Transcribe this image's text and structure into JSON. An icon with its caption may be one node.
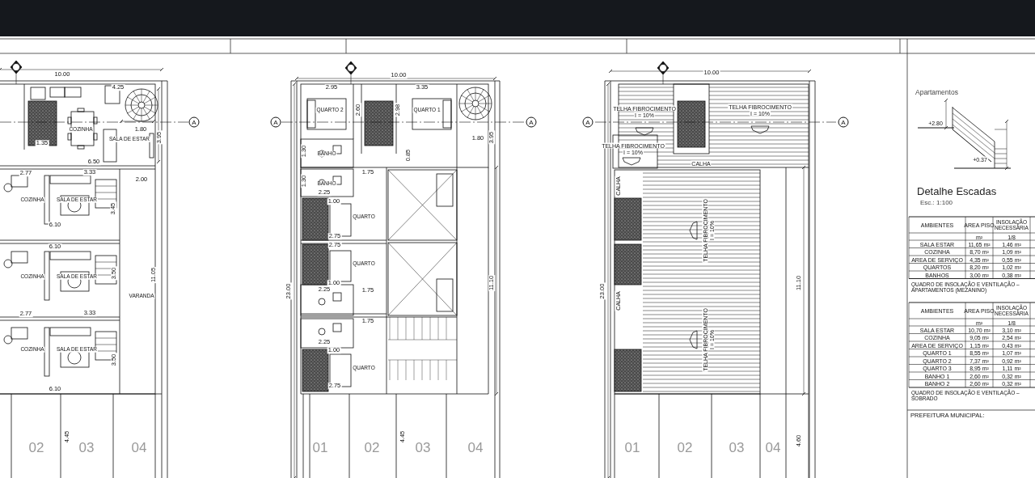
{
  "diagram": {
    "labels": [
      "10.00",
      "4.25",
      "COZINHA",
      "1.35",
      "1.80",
      "3.95",
      "SALA DE ESTAR",
      "6.50",
      "2.77",
      "3.33",
      "2.00",
      "COZINHA",
      "SALA DE ESTAR",
      "3.45",
      "6.10",
      "6.10",
      "COZINHA",
      "SALA DE ESTAR",
      "3.50",
      "11.05",
      "VARANDA",
      "2.77",
      "3.33",
      "COZINHA",
      "SALA DE ESTAR",
      "3.50",
      "6.10",
      "4.45",
      "02",
      "03",
      "04",
      "A",
      "A",
      "10.00",
      "2.95",
      "3.35",
      "QUARTO 2",
      "2.60",
      "2.98",
      "QUARTO 1",
      "3.95",
      "A",
      "1.80",
      "1.30",
      "BANHO",
      "0.85",
      "1.75",
      "1.30",
      "BANHO",
      "2.25",
      "1.00",
      "QUARTO",
      "2.75",
      "2.75",
      "QUARTO",
      "1.00",
      "2.25",
      "23.00",
      "11.10",
      "1.75",
      "1.75",
      "2.25",
      "1.00",
      "QUARTO",
      "2.75",
      "4.45",
      "01",
      "02",
      "03",
      "04",
      "A",
      "10.00",
      "TELHA FIBROCIMENTO",
      "I = 10%",
      "TELHA FIBROCIMENTO",
      "I = 10%",
      "A",
      "TELHA FIBROCIMENTO",
      "I = 10%",
      "CALHA",
      "CALHA",
      "TELHA FIBROCIMENTO",
      "I = 10%",
      "11.10",
      "23.00",
      "CALHA",
      "TELHA FIBROCIMENTO",
      "I = 10%",
      "4.60",
      "01",
      "02",
      "03",
      "04",
      "Apartamentos",
      "+2.80",
      "+0.37",
      "Detalhe Escadas",
      "Esc.: 1:100",
      "AMBIENTES",
      "AREA PISO",
      "INSOLAÇÃO NECESSÁRIA",
      "m²",
      "1/8",
      "SALA ESTAR",
      "11,65 m²",
      "1,46 m²",
      "COZINHA",
      "8,70 m²",
      "1,09 m²",
      "AREA DE SERVIÇO",
      "4,35 m²",
      "0,55 m²",
      "QUARTOS",
      "8,20 m²",
      "1,02 m²",
      "BANHOS",
      "3,00 m²",
      "0,38 m²",
      "QUADRO DE INSOLAÇÃO E VENTILAÇÃO – APARTAMENTOS (MEZANINO)",
      "AMBIENTES",
      "AREA PISO",
      "INSOLAÇÃO NECESSÁRIA",
      "m²",
      "1/8",
      "SALA ESTAR",
      "10,70 m²",
      "3,10 m²",
      "COZINHA",
      "9,05 m²",
      "2,54 m²",
      "AREA DE SERVIÇO",
      "1,15 m²",
      "0,43 m²",
      "QUARTO 1",
      "8,55 m²",
      "1,07 m²",
      "QUARTO 2",
      "7,37 m²",
      "0,92 m²",
      "QUARTO 3",
      "8,95 m²",
      "1,11 m²",
      "BANHO 1",
      "2,60 m²",
      "0,32 m²",
      "BANHO 2",
      "2,60 m²",
      "0,32 m²",
      "QUADRO DE INSOLAÇÃO E VENTILAÇÃO – SOBRADO",
      "PREFEITURA MUNICIPAL:"
    ]
  }
}
